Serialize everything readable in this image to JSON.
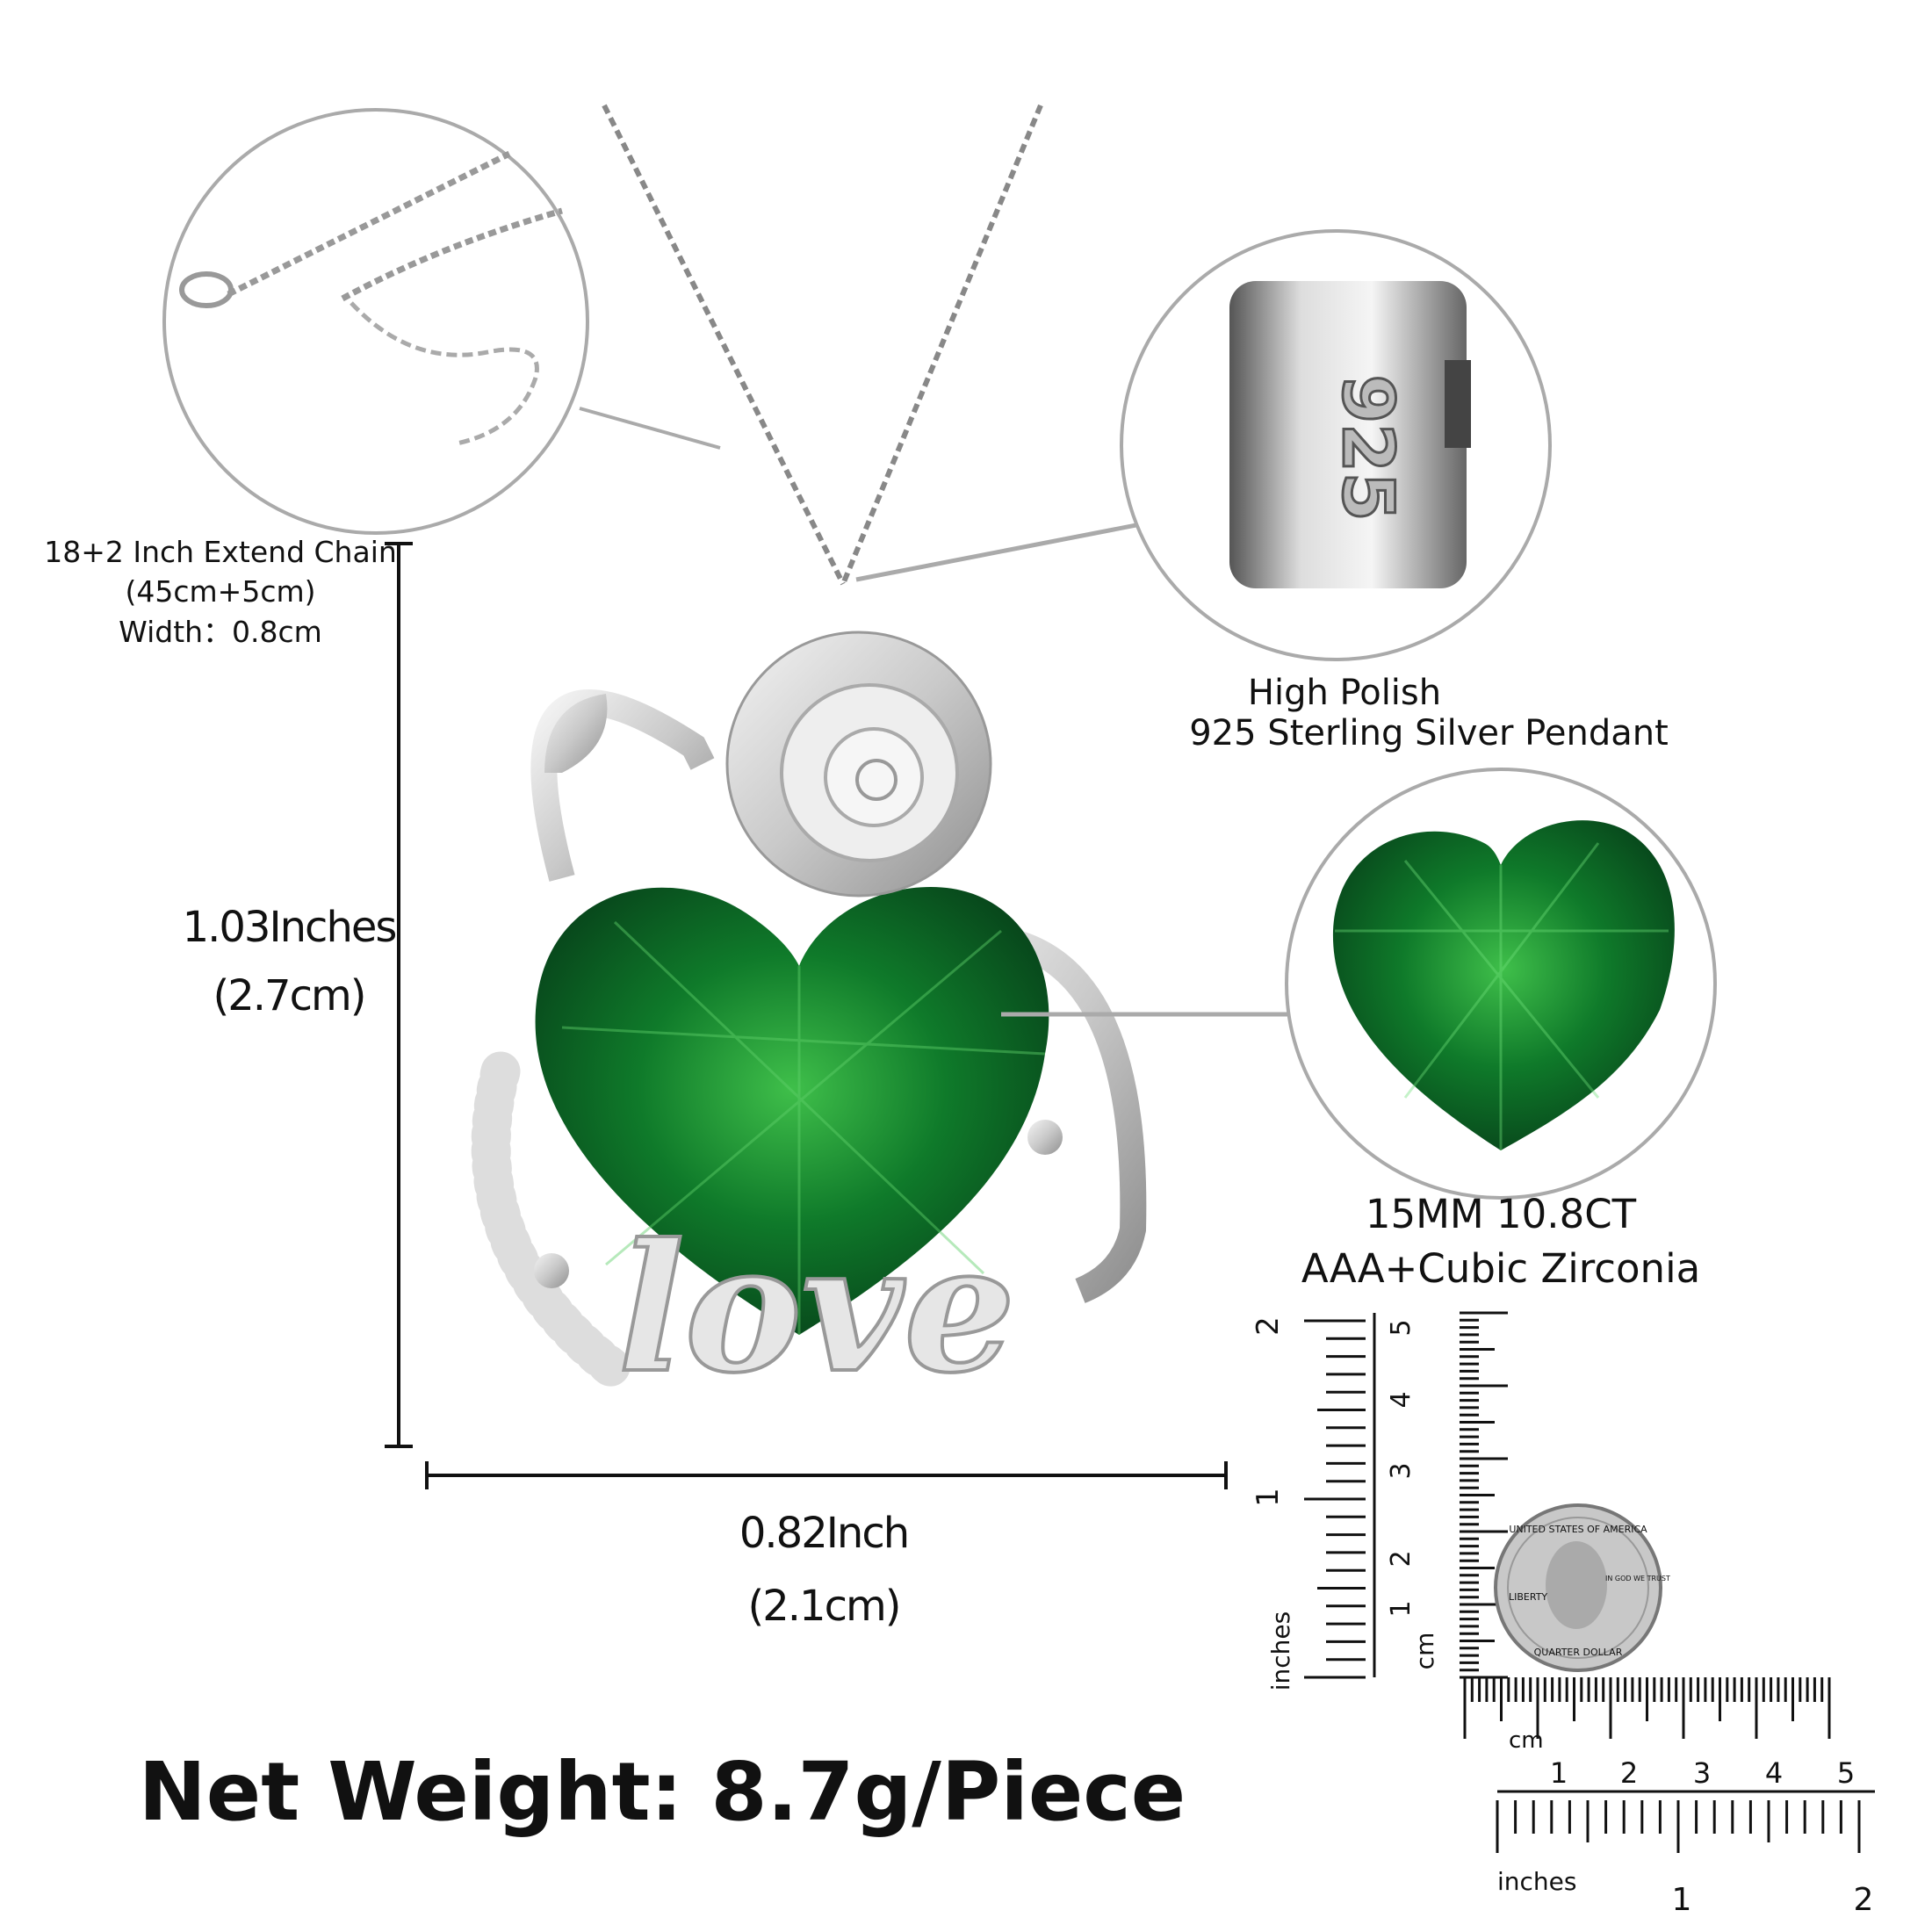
{
  "chain": {
    "line1": "18+2 Inch Extend Chain",
    "line2": "(45cm+5cm)",
    "line3": "Width：0.8cm"
  },
  "height_dim": {
    "inches": "1.03Inches",
    "cm": "(2.7cm)"
  },
  "width_dim": {
    "inches": "0.82Inch",
    "cm": "(2.1cm)"
  },
  "clasp": {
    "stamp": "925",
    "line1": "High Polish",
    "line2": "925 Sterling Silver Pendant"
  },
  "gem": {
    "line1": "15MM 10.8CT",
    "line2": "AAA+Cubic Zirconia"
  },
  "weight": "Net Weight: 8.7g/Piece",
  "pendant": {
    "word": "love"
  },
  "ruler": {
    "v_inch_labels": [
      "1",
      "2"
    ],
    "v_inch_unit": "inches",
    "v_cm_labels": [
      "1",
      "2",
      "3",
      "4",
      "5"
    ],
    "v_cm_unit": "cm",
    "h_cm_labels": [
      "1",
      "2",
      "3",
      "4",
      "5"
    ],
    "h_cm_unit": "cm",
    "h_inch_labels": [
      "1",
      "2"
    ],
    "h_inch_unit": "inches"
  },
  "coin": {
    "top": "UNITED STATES OF AMERICA",
    "left": "LIBERTY",
    "motto": "IN GOD WE TRUST",
    "bottom": "QUARTER DOLLAR"
  },
  "colors": {
    "gem": "#0f7a2a",
    "silver": "#d9d9d9",
    "callout": "#a8a8a8"
  }
}
